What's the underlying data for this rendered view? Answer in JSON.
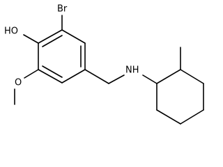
{
  "molecule": {
    "atom_labels": {
      "bromine": "Br",
      "hydroxyl": "HO",
      "methoxy_oxygen": "O",
      "amine": "NH"
    },
    "bond_color": "#000000",
    "background": "#ffffff"
  }
}
